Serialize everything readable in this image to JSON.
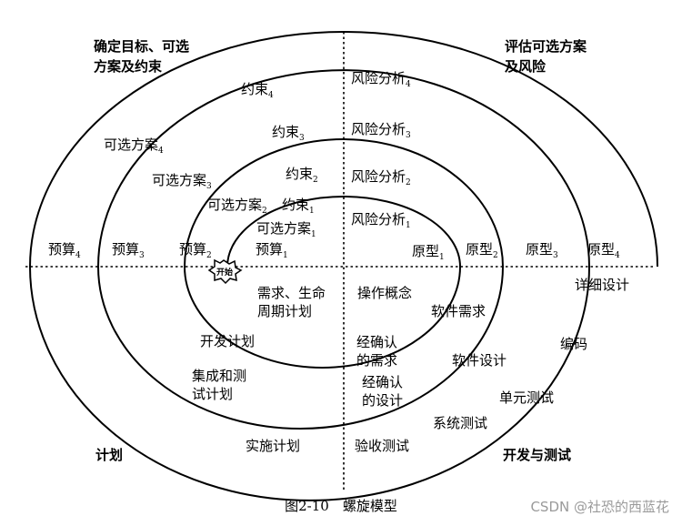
{
  "quadrants": {
    "top_left": [
      "确定目标、可选",
      "方案及约束"
    ],
    "top_right": [
      "评估可选方案",
      "及风险"
    ],
    "bottom_left": "计划",
    "bottom_right": "开发与测试"
  },
  "start_label": "开始",
  "constraints": [
    {
      "base": "约束",
      "sub": "1"
    },
    {
      "base": "约束",
      "sub": "2"
    },
    {
      "base": "约束",
      "sub": "3"
    },
    {
      "base": "约束",
      "sub": "4"
    }
  ],
  "alternatives": [
    {
      "base": "可选方案",
      "sub": "1"
    },
    {
      "base": "可选方案",
      "sub": "2"
    },
    {
      "base": "可选方案",
      "sub": "3"
    },
    {
      "base": "可选方案",
      "sub": "4"
    }
  ],
  "risk_analysis": [
    {
      "base": "风险分析",
      "sub": "1"
    },
    {
      "base": "风险分析",
      "sub": "2"
    },
    {
      "base": "风险分析",
      "sub": "3"
    },
    {
      "base": "风险分析",
      "sub": "4"
    }
  ],
  "budgets": [
    {
      "base": "预算",
      "sub": "1"
    },
    {
      "base": "预算",
      "sub": "2"
    },
    {
      "base": "预算",
      "sub": "3"
    },
    {
      "base": "预算",
      "sub": "4"
    }
  ],
  "prototypes": [
    {
      "base": "原型",
      "sub": "1"
    },
    {
      "base": "原型",
      "sub": "2"
    },
    {
      "base": "原型",
      "sub": "3"
    },
    {
      "base": "原型",
      "sub": "4"
    }
  ],
  "plans": {
    "lifecycle": [
      "需求、生命",
      "周期计划"
    ],
    "development": "开发计划",
    "integration": [
      "集成和测",
      "试计划"
    ],
    "implementation": "实施计划"
  },
  "development": {
    "concept": "操作概念",
    "software_requirements": "软件需求",
    "validated_requirements": [
      "经确认",
      "的需求"
    ],
    "software_design": "软件设计",
    "validated_design": [
      "经确认",
      "的设计"
    ],
    "detailed_design": "详细设计",
    "coding": "编码",
    "unit_test": "单元测试",
    "system_test": "系统测试",
    "acceptance_test": "验收测试"
  },
  "caption": "图2-10　螺旋模型",
  "watermark": "CSDN @社恐的西蓝花"
}
